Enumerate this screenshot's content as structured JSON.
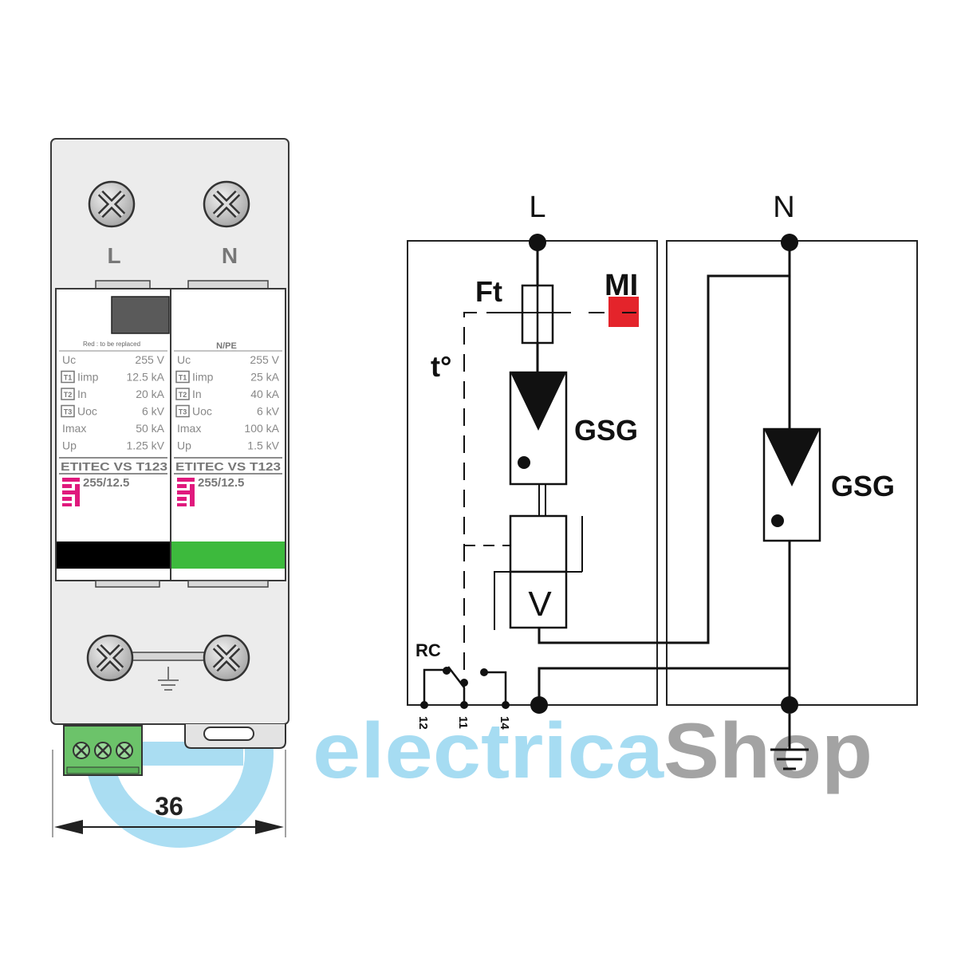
{
  "device": {
    "terminal_l": "L",
    "terminal_n": "N",
    "replace_note": "Red : to be replaced",
    "left_module": {
      "rows": [
        {
          "icon": "",
          "name": "Uc",
          "value": "255 V"
        },
        {
          "icon": "T1",
          "name": "Iimp",
          "value": "12.5 kA"
        },
        {
          "icon": "T2",
          "name": "In",
          "value": "20 kA"
        },
        {
          "icon": "T3",
          "name": "Uoc",
          "value": "6 kV"
        },
        {
          "icon": "",
          "name": "Imax",
          "value": "50 kA"
        },
        {
          "icon": "",
          "name": "Up",
          "value": "1.25 kV"
        }
      ],
      "product": "ETITEC VS T123",
      "model": "255/12.5",
      "status_color": "#000000"
    },
    "right_module": {
      "header": "N/PE",
      "rows": [
        {
          "icon": "",
          "name": "Uc",
          "value": "255 V"
        },
        {
          "icon": "T1",
          "name": "Iimp",
          "value": "25 kA"
        },
        {
          "icon": "T2",
          "name": "In",
          "value": "40 kA"
        },
        {
          "icon": "T3",
          "name": "Uoc",
          "value": "6 kV"
        },
        {
          "icon": "",
          "name": "Imax",
          "value": "100 kA"
        },
        {
          "icon": "",
          "name": "Up",
          "value": "1.5 kV"
        }
      ],
      "product": "ETITEC VS T123",
      "model": "255/12.5",
      "status_color": "#3dba3d"
    },
    "logo": "ETI",
    "width_label": "36",
    "brand_color": "#e0197d"
  },
  "schematic": {
    "label_L": "L",
    "label_N": "N",
    "fuse_label": "Ft",
    "indicator_label": "MI",
    "indicator_color": "#e4242b",
    "thermal_label": "t°",
    "gsg_left": "GSG",
    "gsg_right": "GSG",
    "varistor_label": "V",
    "rc_label": "RC",
    "rc_terminals": [
      "12",
      "11",
      "14"
    ]
  },
  "watermark": {
    "part1": "electrica",
    "part2": "Shop",
    "color1": "#9fd8f0",
    "color2": "#9a9a9a"
  }
}
